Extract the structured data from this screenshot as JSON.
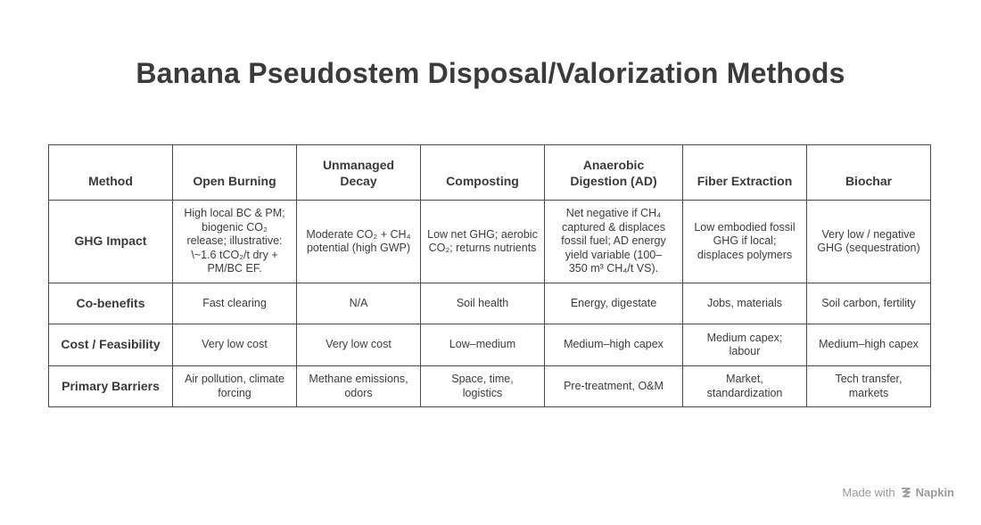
{
  "title": "Banana Pseudostem Disposal/Valorization Methods",
  "table": {
    "header": [
      "Method",
      "Open Burning",
      "Unmanaged Decay",
      "Composting",
      "Anaerobic Digestion (AD)",
      "Fiber Extraction",
      "Biochar"
    ],
    "rows": [
      {
        "label": "GHG Impact",
        "cells": [
          "High local BC & PM; biogenic CO₂ release; illustrative: \\~1.6 tCO₂/t dry + PM/BC EF.",
          "Moderate CO₂ + CH₄ potential (high GWP)",
          "Low net GHG; aerobic CO₂; returns nutrients",
          "Net negative if CH₄ captured & displaces fossil fuel; AD energy yield variable (100–350 m³ CH₄/t VS).",
          "Low embodied fossil GHG if local; displaces polymers",
          "Very low / negative GHG (sequestration)"
        ]
      },
      {
        "label": "Co-benefits",
        "cells": [
          "Fast clearing",
          "N/A",
          "Soil health",
          "Energy, digestate",
          "Jobs, materials",
          "Soil carbon, fertility"
        ]
      },
      {
        "label": "Cost / Feasibility",
        "cells": [
          "Very low cost",
          "Very low cost",
          "Low–medium",
          "Medium–high capex",
          "Medium capex; labour",
          "Medium–high capex"
        ]
      },
      {
        "label": "Primary Barriers",
        "cells": [
          "Air pollution, climate forcing",
          "Methane emissions, odors",
          "Space, time, logistics",
          "Pre-treatment, O&M",
          "Market, standardization",
          "Tech transfer, markets"
        ]
      }
    ]
  },
  "footer": {
    "prefix": "Made with",
    "brand": "Napkin",
    "icon": "napkin-logo-icon"
  }
}
